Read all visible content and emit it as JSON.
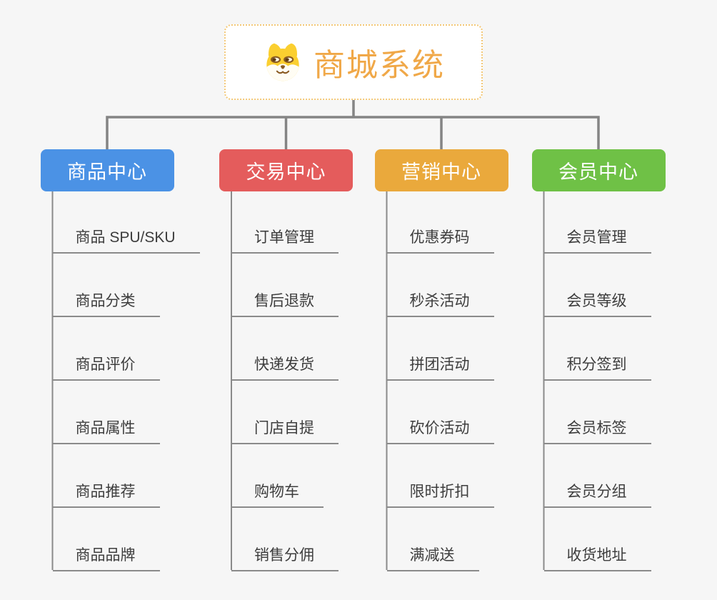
{
  "canvas": {
    "background": "#f6f6f6",
    "connector_color": "#8a8a8a"
  },
  "root": {
    "title": "商城系统",
    "icon": "shiba-dog-icon",
    "title_color": "#f0a848",
    "border_color": "#f3c877"
  },
  "branches": [
    {
      "label": "商品中心",
      "color": "#4b92e5",
      "children": [
        "商品 SPU/SKU",
        "商品分类",
        "商品评价",
        "商品属性",
        "商品推荐",
        "商品品牌"
      ]
    },
    {
      "label": "交易中心",
      "color": "#e45c5c",
      "children": [
        "订单管理",
        "售后退款",
        "快递发货",
        "门店自提",
        "购物车",
        "销售分佣"
      ]
    },
    {
      "label": "营销中心",
      "color": "#eaa93c",
      "children": [
        "优惠券码",
        "秒杀活动",
        "拼团活动",
        "砍价活动",
        "限时折扣",
        "满减送"
      ]
    },
    {
      "label": "会员中心",
      "color": "#6fc146",
      "children": [
        "会员管理",
        "会员等级",
        "积分签到",
        "会员标签",
        "会员分组",
        "收货地址"
      ]
    }
  ]
}
